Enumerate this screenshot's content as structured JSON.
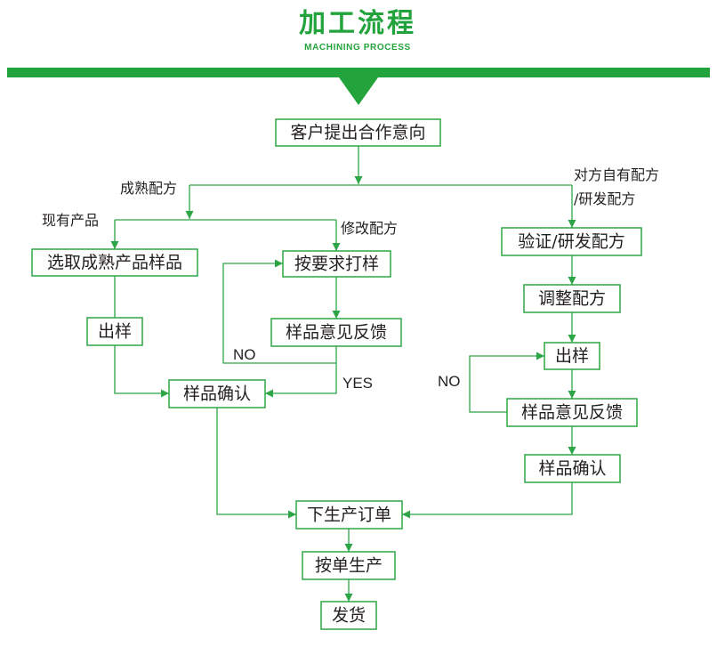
{
  "header": {
    "title": "加工流程",
    "subtitle": "MACHINING PROCESS"
  },
  "colors": {
    "accent": "#22a33b",
    "line": "#2ea546",
    "text": "#231f20"
  },
  "nodes": {
    "customer_intent": "客户提出合作意向",
    "select_mature_sample": "选取成熟产品样品",
    "make_sample_on_request": "按要求打样",
    "left_sample_out": "出样",
    "left_sample_feedback": "样品意见反馈",
    "left_sample_confirm": "样品确认",
    "verify_develop_formula": "验证/研发配方",
    "adjust_formula": "调整配方",
    "right_sample_out": "出样",
    "right_sample_feedback": "样品意见反馈",
    "right_sample_confirm": "样品确认",
    "production_order": "下生产订单",
    "produce_by_order": "按单生产",
    "ship": "发货"
  },
  "edge_labels": {
    "mature_formula": "成熟配方",
    "own_formula_line1": "对方自有配方",
    "own_formula_line2": "/研发配方",
    "existing_product": "现有产品",
    "modify_formula": "修改配方",
    "left_no": "NO",
    "left_yes": "YES",
    "right_no": "NO"
  }
}
